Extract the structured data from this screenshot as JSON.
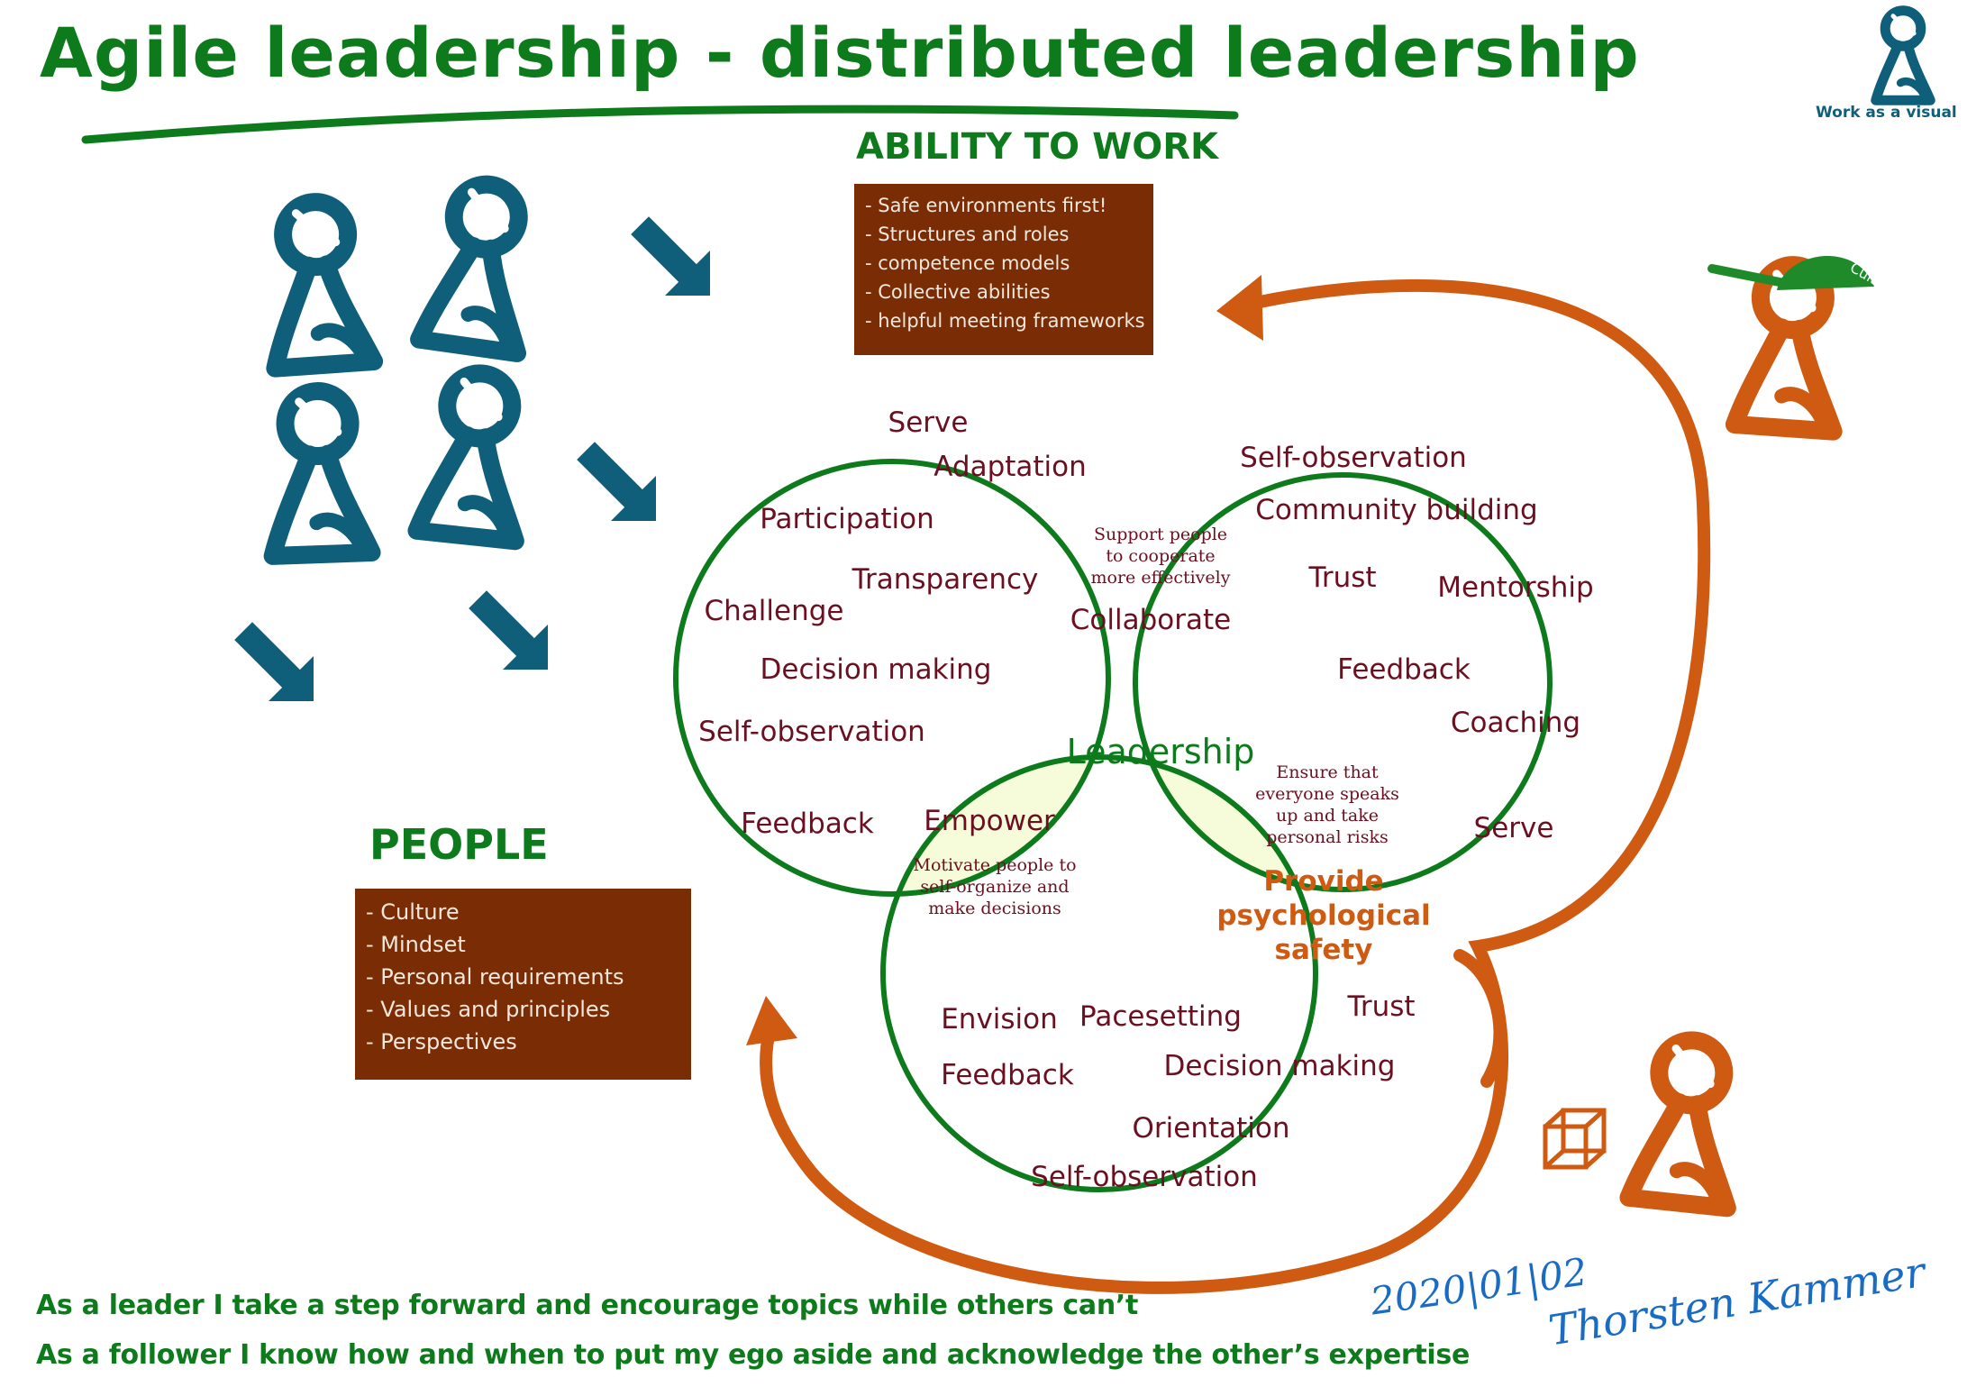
{
  "title": "Agile leadership - distributed leadership",
  "logo": {
    "text": "Work as a visual",
    "icon": "person-icon"
  },
  "ability": {
    "heading": "ABILITY TO WORK",
    "items": [
      "- Safe environments first!",
      "- Structures and roles",
      "- competence models",
      "- Collective abilities",
      "- helpful meeting frameworks"
    ]
  },
  "people": {
    "heading": "PEOPLE",
    "items": [
      "- Culture",
      "- Mindset",
      "- Personal requirements",
      "- Values and principles",
      "- Perspectives"
    ]
  },
  "venn": {
    "left": [
      "Serve",
      "Adaptation",
      "Participation",
      "Transparency",
      "Challenge",
      "Decision making",
      "Self-observation",
      "Feedback"
    ],
    "right": [
      "Self-observation",
      "Community building",
      "Trust",
      "Mentorship",
      "Feedback",
      "Coaching",
      "Serve"
    ],
    "bottom": [
      "Envision",
      "Pacesetting",
      "Trust",
      "Feedback",
      "Decision making",
      "Orientation",
      "Self-observation"
    ],
    "top_overlap": {
      "desc": [
        "Support people",
        "to cooperate",
        "more effectively"
      ],
      "label": "Collaborate"
    },
    "left_overlap": {
      "label": "Empower",
      "desc": [
        "Motivate people to",
        "self-organize and",
        "make decisions"
      ]
    },
    "right_overlap": {
      "desc": [
        "Ensure that",
        "everyone speaks",
        "up and take",
        "personal risks"
      ],
      "label": [
        "Provide",
        "psychological",
        "safety"
      ]
    },
    "center": "Leadership"
  },
  "cap_label": "Culture",
  "footer": [
    "As a leader I take a step forward and encourage topics while others can’t",
    "As a follower I know how and when to put my ego aside and acknowledge the other’s expertise"
  ],
  "signature": {
    "date": "2020|01|02",
    "name": "Thorsten Kammer"
  },
  "colors": {
    "green": "#0d7a1c",
    "teal": "#0f5f7a",
    "orange": "#cf5a12",
    "brown": "#7a2d04",
    "text": "#6b1020",
    "overlap": "#f6fbd9"
  }
}
